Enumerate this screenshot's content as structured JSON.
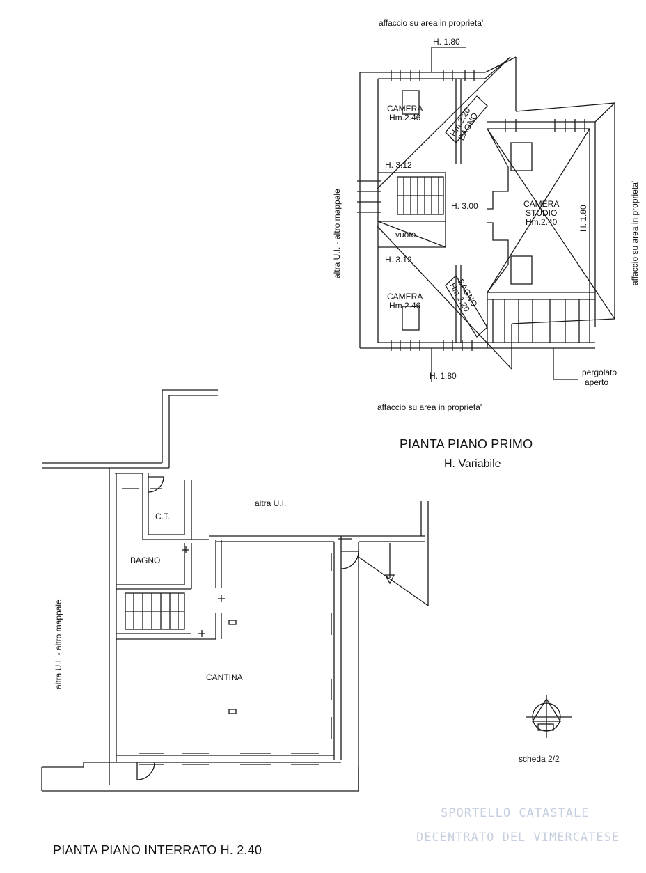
{
  "upper_plan": {
    "title": "PIANTA PIANO PRIMO",
    "subtitle": "H. Variabile",
    "top_note": "affaccio su area in proprieta'",
    "bottom_note": "affaccio su area in proprieta'",
    "left_note": "altra U.I. - altro mappale",
    "right_note": "affaccio su area in proprieta'",
    "dim_top": "H. 1.80",
    "dim_bottom": "H. 1.80",
    "dim_right": "H. 1.80",
    "dim_h312_top": "H. 3.12",
    "dim_h312_bottom": "H. 3.12",
    "dim_h300": "H. 3.00",
    "rooms": {
      "camera_top": {
        "name": "CAMERA",
        "height": "Hm.2.46"
      },
      "bagno_top": {
        "name": "BAGNO",
        "height": "Hm.2.20"
      },
      "camera_studio": {
        "line1": "CAMERA",
        "line2": "STUDIO",
        "height": "Hm.2.40"
      },
      "vuoto": "vuoto",
      "camera_bottom": {
        "name": "CAMERA",
        "height": "Hm.2.46"
      },
      "bagno_bottom": {
        "name": "BAGNO",
        "height": "Hm.2.20"
      }
    },
    "pergolato": {
      "line1": "pergolato",
      "line2": "aperto"
    }
  },
  "lower_plan": {
    "title": "PIANTA PIANO INTERRATO H. 2.40",
    "left_note": "altra U.I. - altro mappale",
    "top_note": "altra U.I.",
    "rooms": {
      "ct": "C.T.",
      "bagno": "BAGNO",
      "cantina": "CANTINA"
    }
  },
  "sheet": "scheda 2/2",
  "stamp": {
    "line1": "SPORTELLO CATASTALE",
    "line2": "DECENTRATO DEL VIMERCATESE"
  }
}
